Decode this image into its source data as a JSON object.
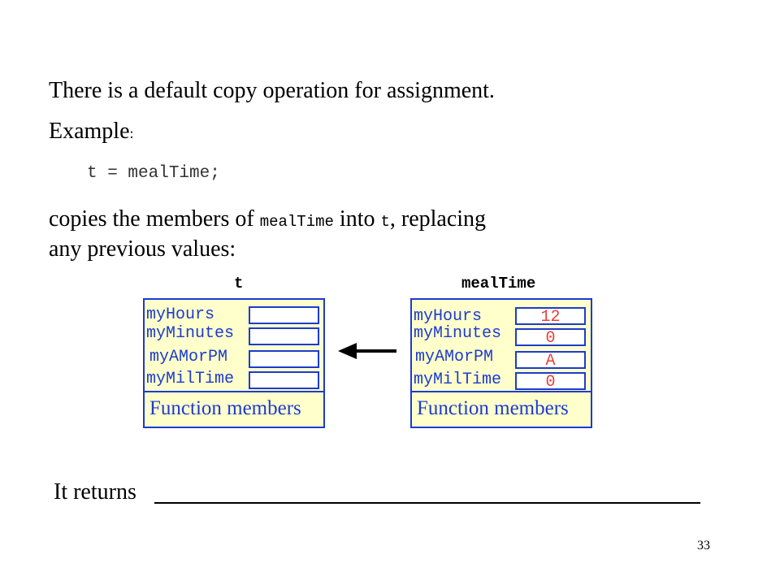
{
  "slide": {
    "line1": "There is a default copy operation for assignment.",
    "example_label": "Example",
    "example_colon": ":",
    "code": "t = mealTime;",
    "copies_a": "copies the members of ",
    "copies_code1": "mealTime",
    "copies_b": " into ",
    "copies_code2": "t",
    "copies_c": ", replacing",
    "line_any": "any previous values:",
    "returns": "It returns",
    "page_number": "33"
  },
  "objects": {
    "t": {
      "name": "t",
      "members": [
        "myHours",
        "myMinutes",
        "myAMorPM",
        "myMilTime"
      ],
      "values": [
        "",
        "",
        "",
        ""
      ],
      "function_label": "Function members"
    },
    "mealTime": {
      "name": "mealTime",
      "members": [
        "myHours",
        "myMinutes",
        "myAMorPM",
        "myMilTime"
      ],
      "values": [
        "12",
        "0",
        "A",
        "0"
      ],
      "function_label": "Function members"
    }
  },
  "colors": {
    "object_border": "#1c3bd0",
    "object_fill": "#ffffcc",
    "value_text": "#e8413c"
  }
}
